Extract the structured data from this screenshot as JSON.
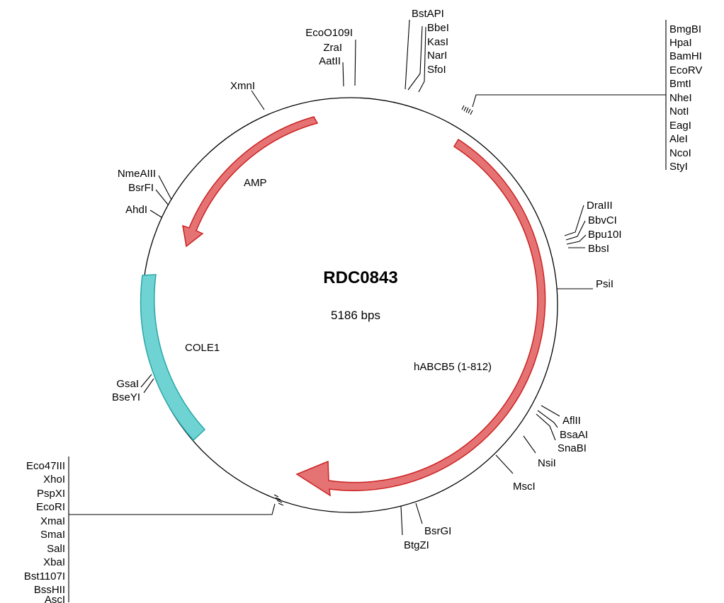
{
  "plasmid": {
    "name": "RDC0843",
    "size_label": "5186 bps"
  },
  "features": {
    "amp": "AMP",
    "hab": "hABCB5 (1-812)",
    "cole1": "COLE1"
  },
  "colors": {
    "arrow_fill": "#e57373",
    "arrow_stroke": "#cc2222",
    "cole1_fill": "#6fd3d3",
    "cole1_stroke": "#2aa6a6",
    "backbone": "#000000"
  },
  "sites": {
    "top_left": [
      "EcoO109I",
      "ZraI",
      "AatII"
    ],
    "top_mid": [
      "BstAPI",
      "BbeI",
      "KasI",
      "NarI",
      "SfoI"
    ],
    "mcs1": [
      "BmgBI",
      "HpaI",
      "BamHI",
      "EcoRV",
      "BmtI",
      "NheI",
      "NotI",
      "EagI",
      "AleI",
      "NcoI",
      "StyI"
    ],
    "right_group": [
      "DraIII",
      "BbvCI",
      "Bpu10I",
      "BbsI"
    ],
    "psi": "PsiI",
    "afl_group": [
      "AflII",
      "BsaAI",
      "SnaBI"
    ],
    "nsi": "NsiI",
    "msc": "MscI",
    "bsrgi": "BsrGI",
    "btgzi": "BtgZI",
    "xmn": "XmnI",
    "nme_group": [
      "NmeAIII",
      "BsrFI"
    ],
    "ahd": "AhdI",
    "gsa_group": [
      "GsaI",
      "BseYI"
    ],
    "mcs2": [
      "Eco47III",
      "XhoI",
      "PspXI",
      "EcoRI",
      "XmaI",
      "SmaI",
      "SalI",
      "XbaI",
      "Bst1107I",
      "BssHII",
      "AscI"
    ]
  }
}
